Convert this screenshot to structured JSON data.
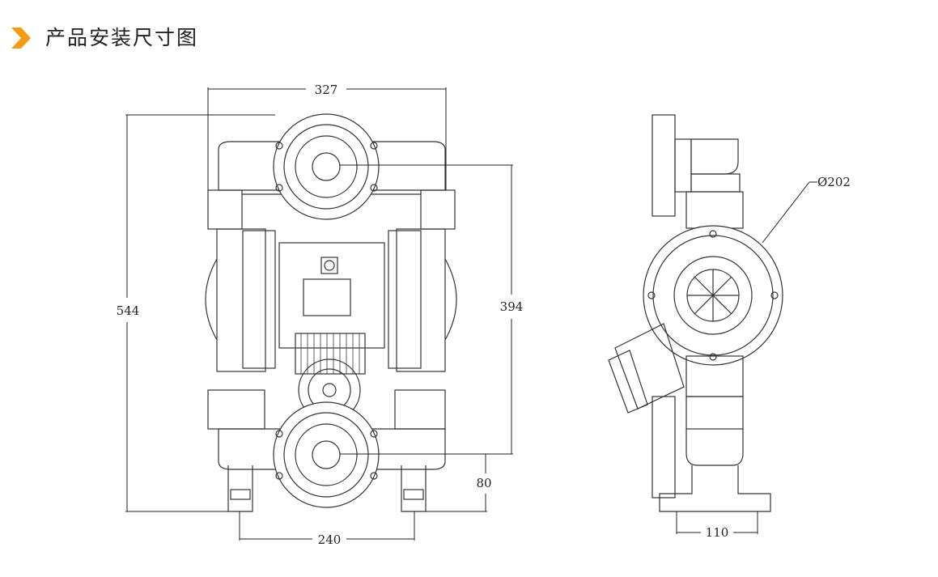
{
  "header": {
    "title": "产品安装尺寸图",
    "accent_color": "#f39c12",
    "icon": "chevron-right-icon"
  },
  "dimensions": {
    "width_total": "327",
    "height_total": "544",
    "outlet_to_inlet": "394",
    "inlet_height": "80",
    "foot_spacing": "240",
    "diaphragm_diameter": "Ø202",
    "side_base": "110"
  }
}
